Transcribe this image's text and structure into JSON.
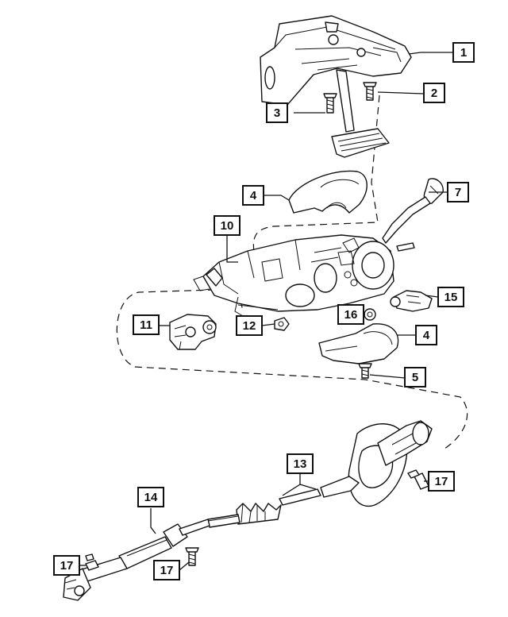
{
  "callouts": [
    {
      "id": "c1",
      "label": "1"
    },
    {
      "id": "c2",
      "label": "2"
    },
    {
      "id": "c3",
      "label": "3"
    },
    {
      "id": "c4a",
      "label": "4"
    },
    {
      "id": "c7",
      "label": "7"
    },
    {
      "id": "c10",
      "label": "10"
    },
    {
      "id": "c11",
      "label": "11"
    },
    {
      "id": "c12",
      "label": "12"
    },
    {
      "id": "c16",
      "label": "16"
    },
    {
      "id": "c15",
      "label": "15"
    },
    {
      "id": "c4b",
      "label": "4"
    },
    {
      "id": "c5",
      "label": "5"
    },
    {
      "id": "c13",
      "label": "13"
    },
    {
      "id": "c17a",
      "label": "17"
    },
    {
      "id": "c14",
      "label": "14"
    },
    {
      "id": "c17b",
      "label": "17"
    },
    {
      "id": "c17c",
      "label": "17"
    }
  ]
}
